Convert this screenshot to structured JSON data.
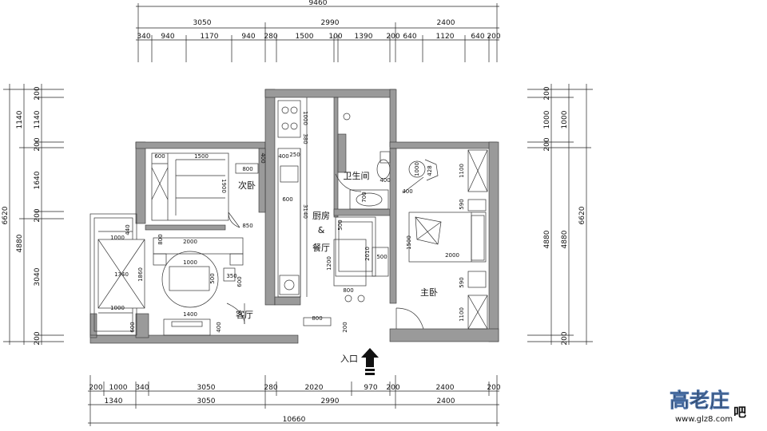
{
  "top_dims": {
    "overall": "9460",
    "row2": [
      "3050",
      "2990",
      "2400"
    ],
    "row3": [
      "340",
      "940",
      "1170",
      "940",
      "280",
      "1500",
      "100",
      "1390",
      "200",
      "640",
      "1120",
      "640",
      "200"
    ]
  },
  "bottom_dims": {
    "overall": "10660",
    "row2": [
      "1340",
      "3050",
      "2990",
      "2400"
    ],
    "row1": [
      "200",
      "1000",
      "340",
      "3050",
      "280",
      "2020",
      "970",
      "200",
      "2400",
      "200"
    ]
  },
  "left_dims": {
    "overall": "6620",
    "inner": [
      "4880",
      "3040"
    ],
    "parts": [
      "200",
      "1140",
      "1140",
      "200",
      "1640",
      "200",
      "200"
    ]
  },
  "right_dims": {
    "overall": "6620",
    "inner": [
      "4880",
      "4880"
    ],
    "parts": [
      "200",
      "1000",
      "1000",
      "200",
      "200"
    ]
  },
  "rooms": {
    "second_bedroom": "次卧",
    "kitchen_line1": "厨房",
    "kitchen_line2": "&",
    "kitchen_line3": "餐厅",
    "bathroom": "卫生间",
    "living_room": "客厅",
    "master_bedroom": "主卧",
    "entrance": "入口"
  },
  "furniture_dims": {
    "bed2_width": "1500",
    "bed2_side": "600",
    "bed2_length": "1900",
    "desk2": "800",
    "desk2_depth": "400",
    "wardrobe2": "850",
    "sofa_length": "2000",
    "sofa_depth": "800",
    "coffee_table": "1000",
    "coffee_table_depth": "500",
    "side_table": "350",
    "side_table_depth": "600",
    "tv_unit": "1400",
    "tv_unit_depth": "400",
    "balcony_1": "1000",
    "balcony_2": "1000",
    "balcony_width": "1340",
    "balcony_length": "1860",
    "balcony_gap": "440",
    "balcony_bottom": "600",
    "kitchen_top": "1000",
    "kitchen_sink": "250",
    "kitchen_counter": "600",
    "kitchen_len": "3140",
    "kitchen_380": "380",
    "kitchen_400": "400",
    "bath_700": "700",
    "bath_400": "400",
    "bath_500": "500",
    "dining_table": "1200",
    "dining_len": "2010",
    "dining_500": "500",
    "dining_chair": "800",
    "entry_800": "800",
    "entry_200": "200",
    "master_bed": "2000",
    "master_bed_w": "1500",
    "master_590a": "590",
    "master_590b": "590",
    "master_1100a": "1100",
    "master_1100b": "1100",
    "master_chair": "1000",
    "master_428": "428",
    "master_400": "400"
  },
  "watermark": {
    "logo": "高老庄",
    "logo_suffix": "吧",
    "url": "www.glz8.com"
  }
}
